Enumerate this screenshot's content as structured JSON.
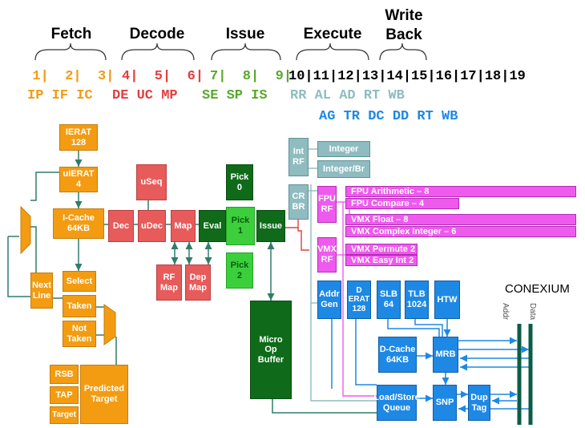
{
  "stages": [
    {
      "label": "Fetch"
    },
    {
      "label": "Decode"
    },
    {
      "label": "Issue"
    },
    {
      "label": "Execute"
    },
    {
      "label": "Write\nBack"
    }
  ],
  "cycles": {
    "fetch": "  1|  2|  3|",
    "decode": "4|  5|  6|",
    "issue": "7|  8|  9|",
    "rest": "10|11|12|13|14|15|16|17|18|19"
  },
  "pipe_codes": {
    "fetch": "IP IF IC",
    "decode": "DE UC MP",
    "issue": "SE SP IS",
    "exec": "RR AL AD RT WB",
    "mem": "AG TR DC DD RT WB"
  },
  "blocks": {
    "ierat": "IERAT\n128",
    "uierat": "uIERAT\n4",
    "icache": "I-Cache\n64KB",
    "next_line": "Next\nLine",
    "select": "Select",
    "taken": "Taken",
    "not_taken": "Not\nTaken",
    "rsb": "RSB",
    "tap": "TAP",
    "target": "Target",
    "predicted_target": "Predicted\nTarget",
    "useq": "uSeq",
    "dec": "Dec",
    "udec": "uDec",
    "map": "Map",
    "rf_map": "RF\nMap",
    "dep_map": "Dep\nMap",
    "eval": "Eval",
    "pick0": "Pick\n0",
    "pick1": "Pick\n1",
    "pick2": "Pick\n2",
    "issue": "Issue",
    "micro_op_buffer": "Micro\nOp\nBuffer",
    "int_rf": "Int\nRF",
    "cr_br": "CR\nBR",
    "integer": "Integer",
    "integer_br": "Integer/Br",
    "fpu_rf": "FPU\nRF",
    "vmx_rf": "VMX\nRF",
    "fpu_arith": "FPU Arithmetic – 8",
    "fpu_compare": "FPU Compare – 4",
    "vmx_float": "VMX Float – 8",
    "vmx_complex": "VMX Complex Integer – 6",
    "vmx_permute": "VMX Permute 2",
    "vmx_easy": "VMX Easy Int 2",
    "addr_gen": "Addr\nGen",
    "derat": "D\nERAT\n128",
    "slb": "SLB\n64",
    "tlb": "TLB\n1024",
    "htw": "HTW",
    "dcache": "D-Cache\n64KB",
    "mrb": "MRB",
    "load_store": "Load/Store\nQueue",
    "snp": "SNP",
    "dup_tag": "Dup\nTag"
  },
  "conexium": {
    "title": "CONEXIUM",
    "addr": "Addr",
    "data": "Data"
  },
  "colors": {
    "fetch": "#f39c12",
    "decode": "#e85b5b",
    "issue_light": "#3ccf3c",
    "issue_dark": "#0f6b1a",
    "register_teal": "#8fbcc0",
    "fpu_vmx": "#ee5aee",
    "load_store": "#1e88e5"
  }
}
